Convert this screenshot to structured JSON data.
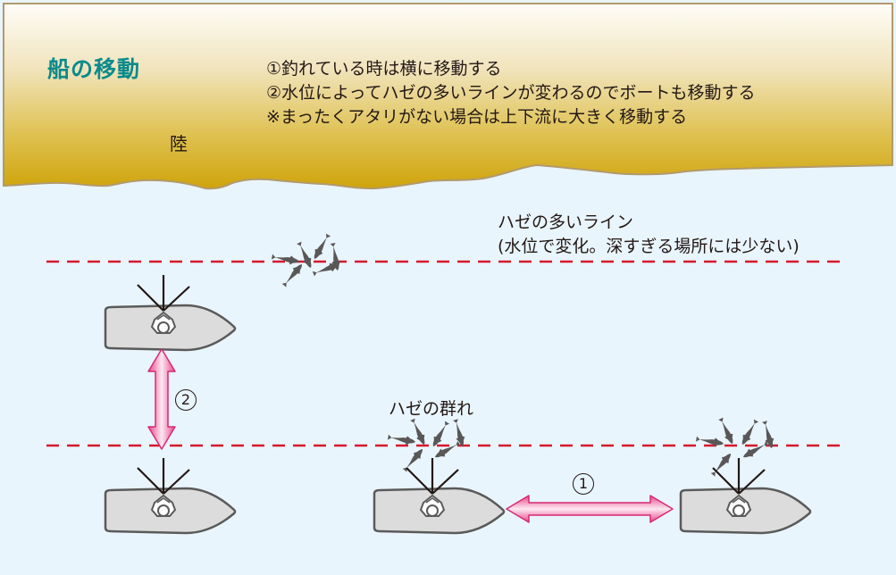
{
  "title": "船の移動",
  "land_label": "陸",
  "notes": [
    "①釣れている時は横に移動する",
    "②水位によってハゼの多いラインが変わるのでボートも移動する",
    "※まったくアタリがない場合は上下流に大きく移動する"
  ],
  "goby_line": {
    "label_line1": "ハゼの多いライン",
    "label_line2": "(水位で変化。深すぎる場所には少ない)"
  },
  "school_label": "ハゼの群れ",
  "arrows": {
    "horizontal_move_number": "1",
    "vertical_move_number": "2"
  },
  "colors": {
    "land_top": "#fbf8ef",
    "land_bottom": "#d1a70f",
    "land_border": "#b19a6e",
    "water": "#e9f5fd",
    "dashed_line": "#d7182a",
    "arrow_fill": "#e8478a",
    "boat_fill": "#dcdcdc",
    "boat_stroke": "#5a5a5a",
    "fish": "#595757",
    "title": "#0a8a8c"
  },
  "icons": [
    "boat-icon",
    "angler-icon",
    "fishing-rod-icon",
    "goby-fish-icon",
    "double-arrow-icon"
  ]
}
